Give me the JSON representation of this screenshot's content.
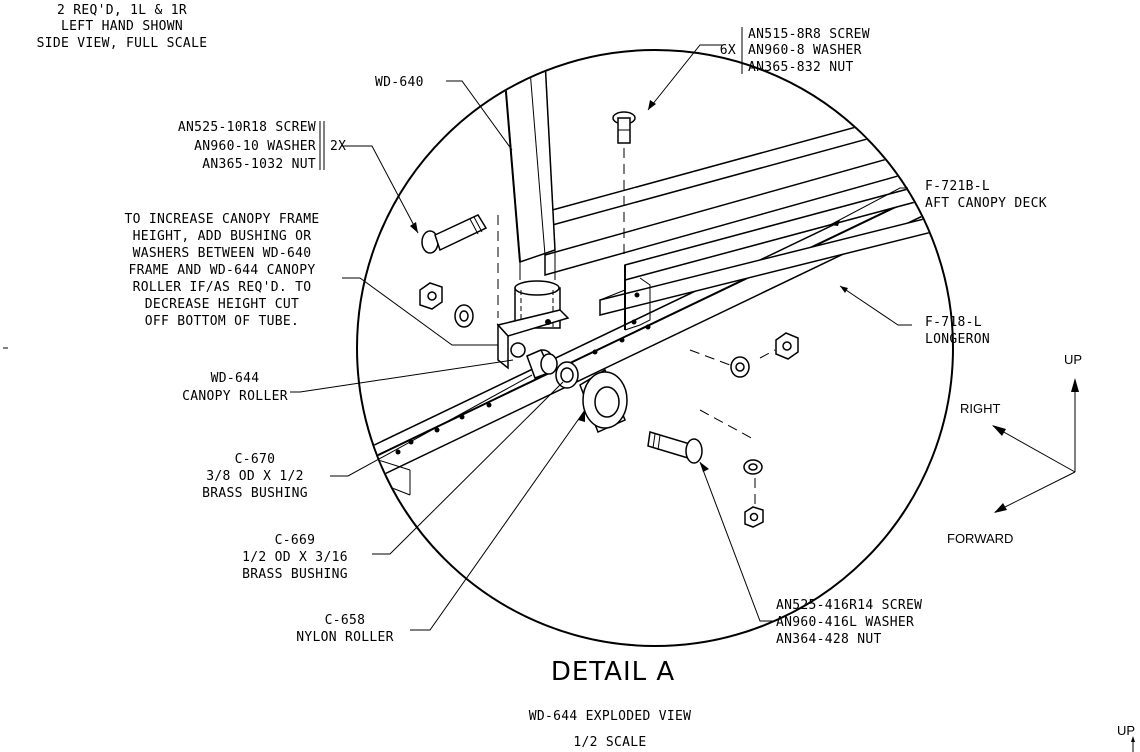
{
  "header": {
    "line1": "2 REQ'D, 1L & 1R",
    "line2": "LEFT HAND SHOWN",
    "line3": "SIDE VIEW, FULL SCALE"
  },
  "callouts": {
    "wd640": "WD-640",
    "screws_top": {
      "qty": "6X",
      "l1": "AN515-8R8 SCREW",
      "l2": "AN960-8 WASHER",
      "l3": "AN365-832 NUT"
    },
    "screws_left": {
      "qty": "2X",
      "l1": "AN525-10R18 SCREW",
      "l2": "AN960-10 WASHER",
      "l3": "AN365-1032 NUT"
    },
    "note": [
      "TO INCREASE CANOPY FRAME",
      "HEIGHT, ADD BUSHING OR",
      "WASHERS BETWEEN WD-640",
      "FRAME AND WD-644 CANOPY",
      "ROLLER IF/AS REQ'D. TO",
      "DECREASE HEIGHT CUT",
      "OFF BOTTOM OF TUBE."
    ],
    "f721b": [
      "F-721B-L",
      "AFT CANOPY DECK"
    ],
    "f718": [
      "F-718-L",
      "LONGERON"
    ],
    "wd644": [
      "WD-644",
      "CANOPY ROLLER"
    ],
    "c670": [
      "C-670",
      "3/8 OD X 1/2",
      "BRASS BUSHING"
    ],
    "c669": [
      "C-669",
      "1/2 OD X 3/16",
      "BRASS BUSHING"
    ],
    "c658": [
      "C-658",
      "NYLON ROLLER"
    ],
    "screws_bottom": [
      "AN525-416R14 SCREW",
      "AN960-416L WASHER",
      "AN364-428 NUT"
    ]
  },
  "axes": {
    "up": "UP",
    "right": "RIGHT",
    "forward": "FORWARD",
    "up_corner": "UP"
  },
  "title": {
    "detail": "DETAIL A",
    "sub1": "WD-644 EXPLODED VIEW",
    "sub2": "1/2 SCALE"
  }
}
